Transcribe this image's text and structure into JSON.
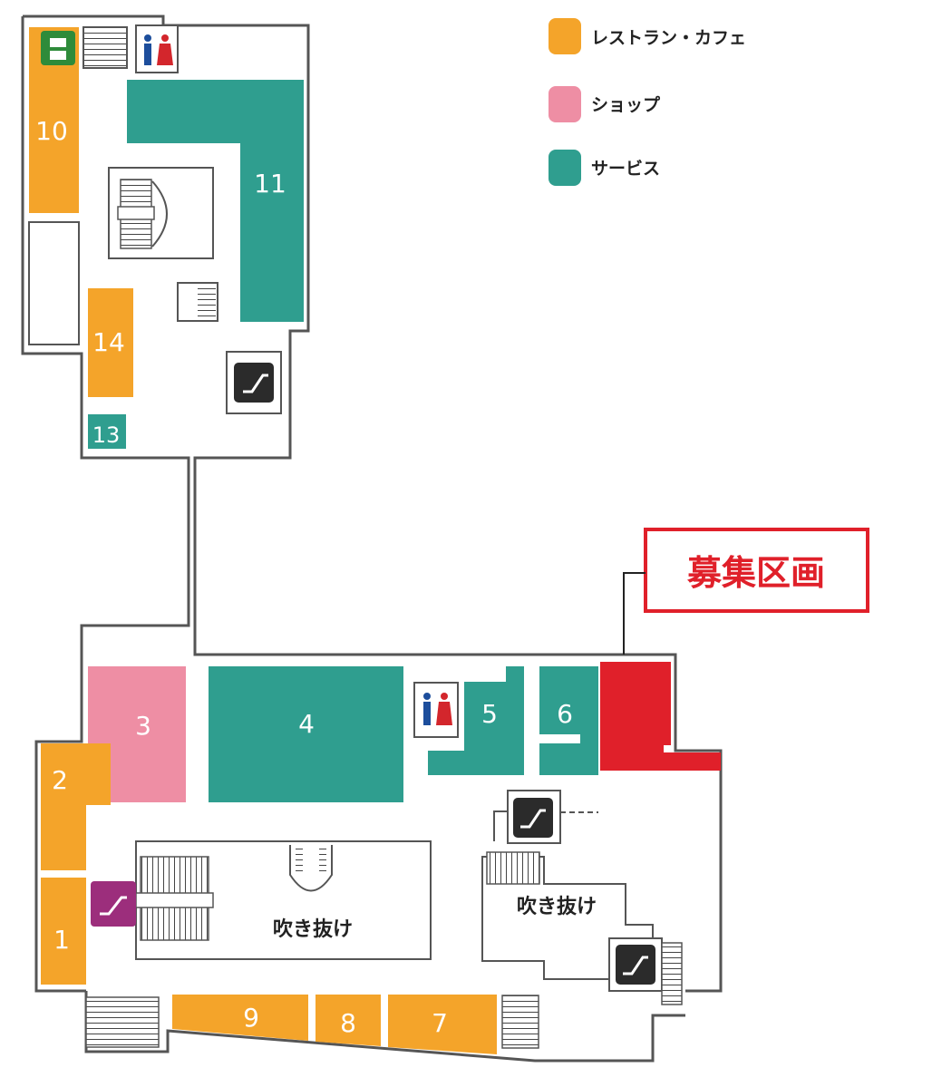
{
  "legend": {
    "restaurant": {
      "label": "レストラン・カフェ",
      "color": "#f4a42a"
    },
    "shop": {
      "label": "ショップ",
      "color": "#ee8ea4"
    },
    "service": {
      "label": "サービス",
      "color": "#2f9e8f"
    }
  },
  "recruit_label": "募集区画",
  "recruit_color": "#e0202a",
  "units": {
    "u1": "1",
    "u2": "2",
    "u3": "3",
    "u4": "4",
    "u5": "5",
    "u6": "6",
    "u7": "7",
    "u8": "8",
    "u9": "9",
    "u10": "10",
    "u11": "11",
    "u13": "13",
    "u14": "14"
  },
  "voids": {
    "left": "吹き抜け",
    "right": "吹き抜け"
  },
  "icons": [
    "restroom-icon",
    "escalator-icon",
    "elevator-icon",
    "emergency-exit-icon",
    "stairs-icon"
  ]
}
